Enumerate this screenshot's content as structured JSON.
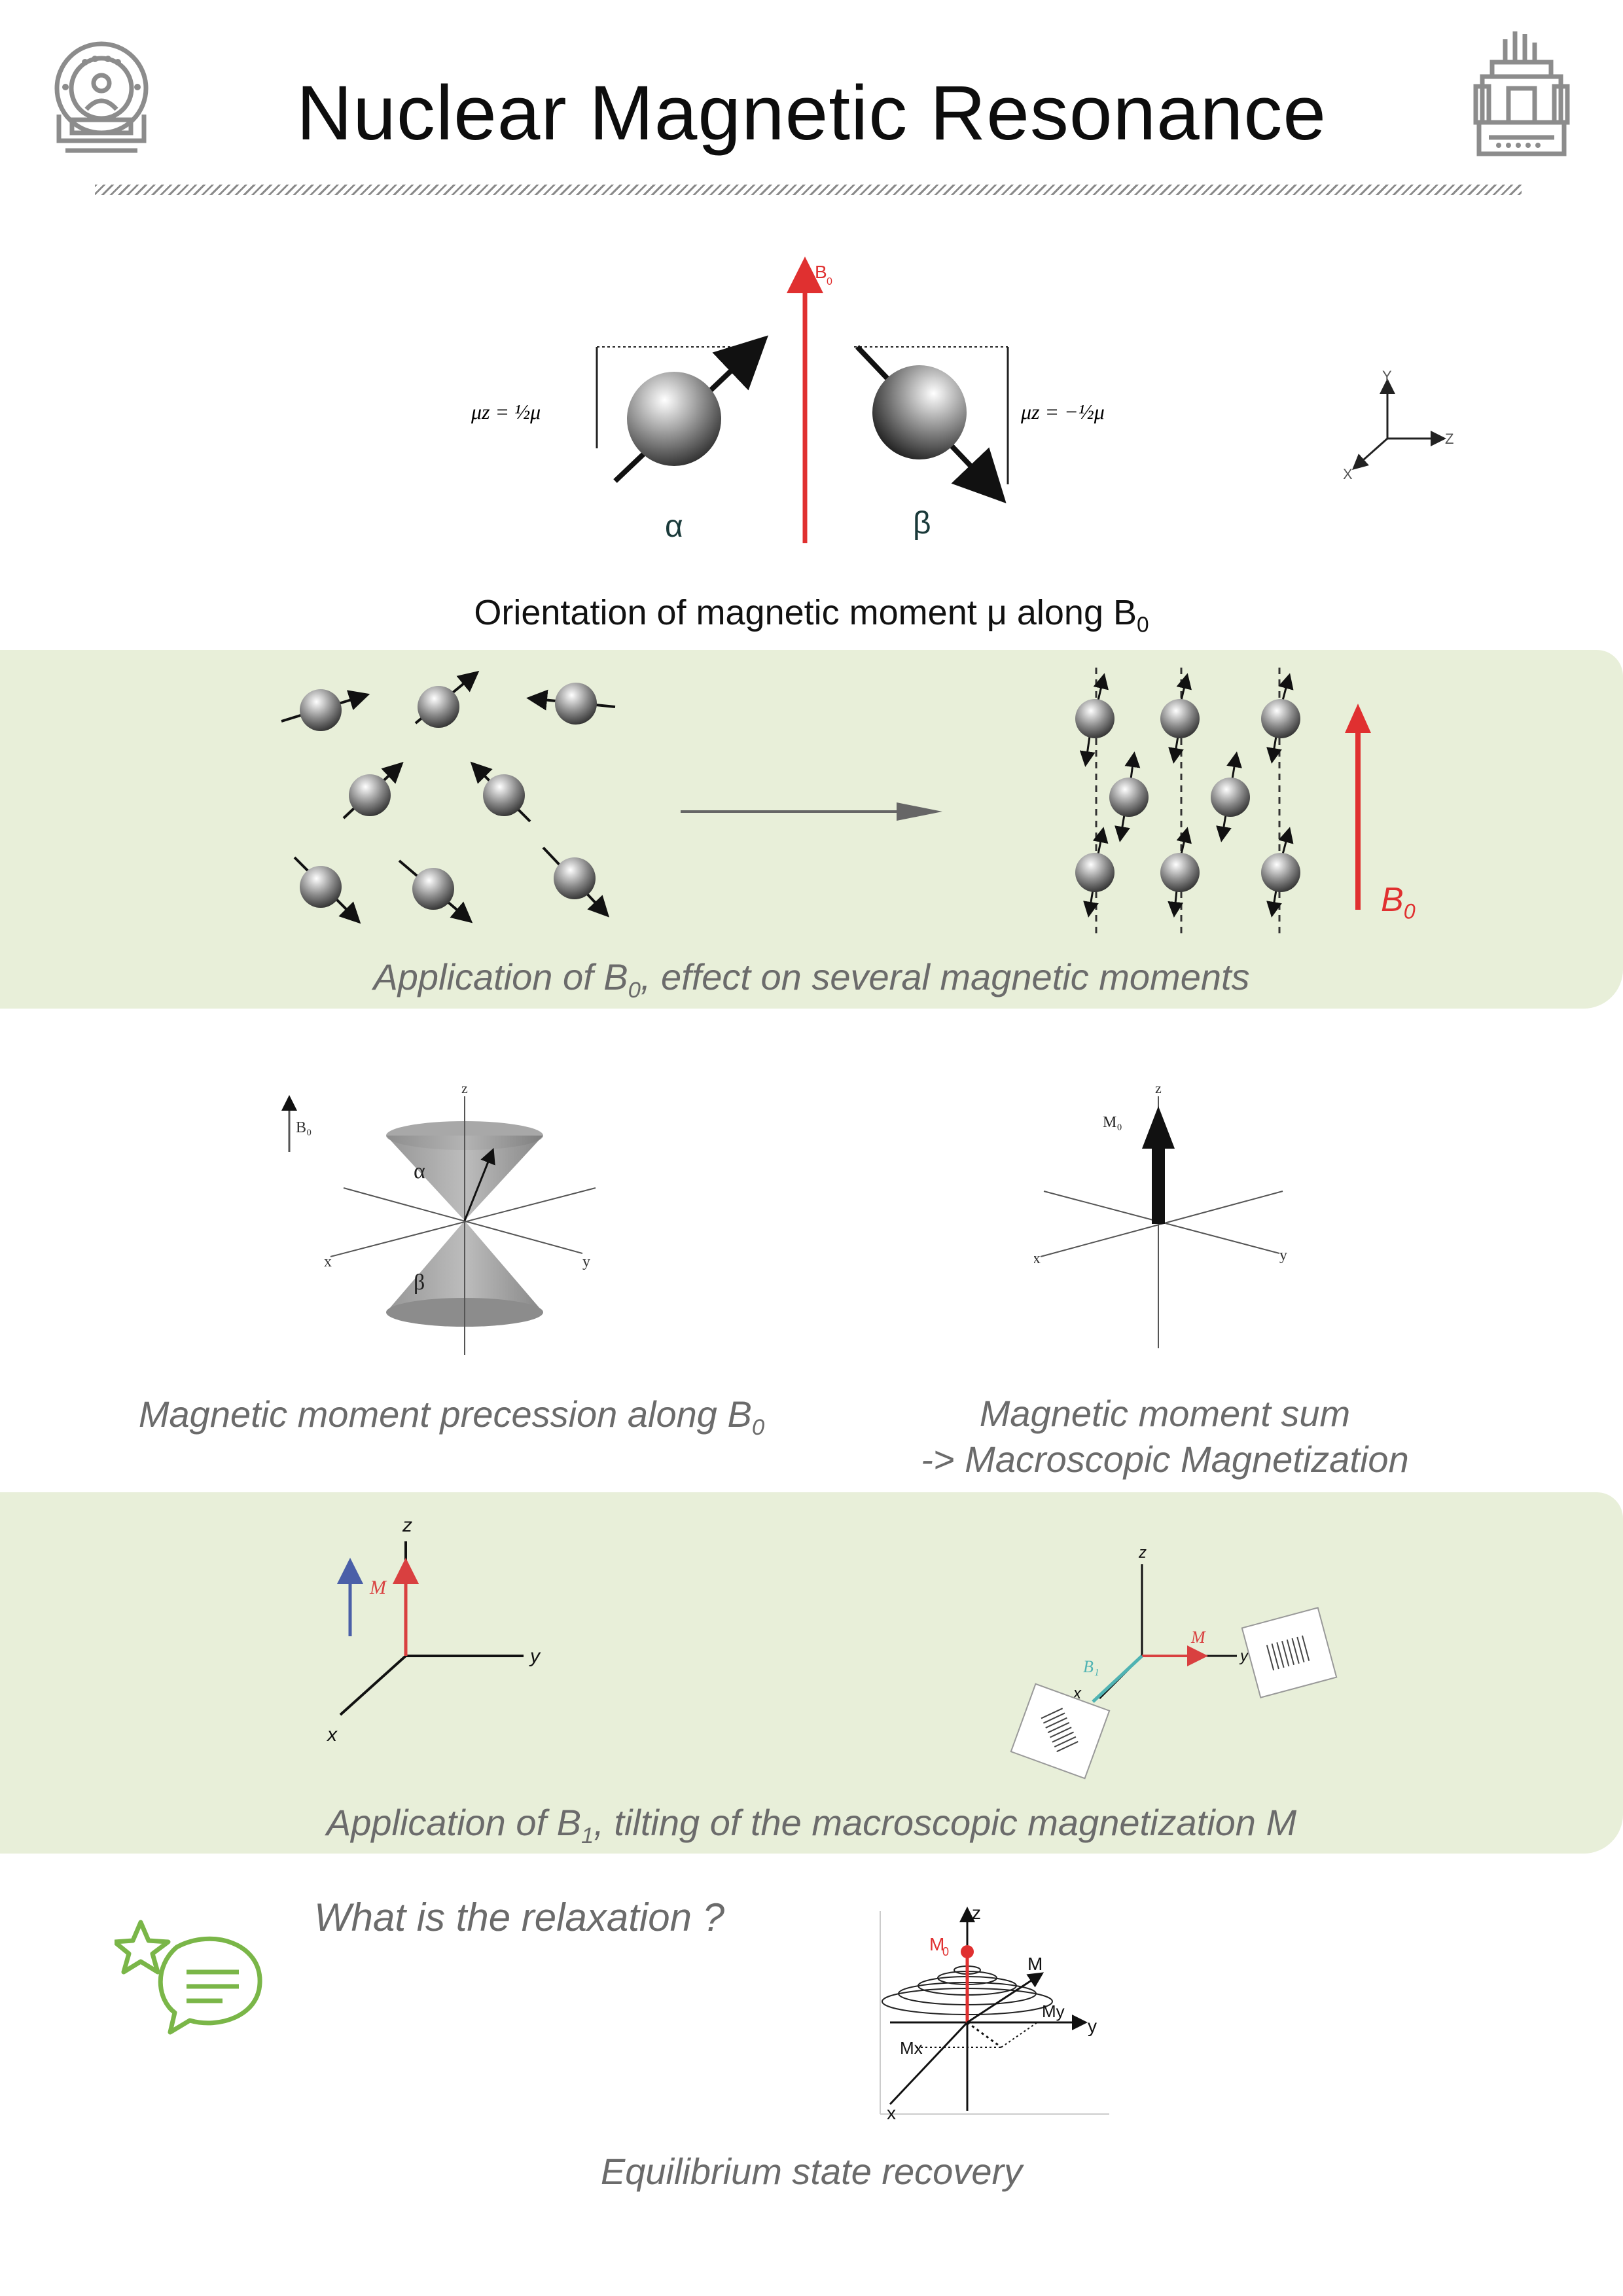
{
  "page": {
    "title": "Nuclear Magnetic Resonance"
  },
  "orientation": {
    "b0_label": "B",
    "b0_sub": "0",
    "alpha_label": "α",
    "beta_label": "β",
    "alpha_formula": "μz = ½μ",
    "beta_formula": "μz = −½μ",
    "axes": {
      "y": "Y",
      "z": "Z",
      "x": "X"
    },
    "caption_main": "Orientation of magnetic moment  μ along B",
    "caption_sub": "0"
  },
  "application_b0": {
    "b0_label": "B",
    "b0_sub": "0",
    "caption_pre": "Application of B",
    "caption_sub": "0",
    "caption_post": ", effect on several magnetic moments"
  },
  "precession": {
    "b0_label": "B₀",
    "alpha_label": "α",
    "beta_label": "β",
    "axis_z": "z",
    "axis_x": "x",
    "axis_y": "y",
    "caption_main": "Magnetic moment precession along B",
    "caption_sub": "0"
  },
  "macroscopic": {
    "m0_label": "M₀",
    "axis_z": "z",
    "axis_x": "x",
    "axis_y": "y",
    "caption_line1": "Magnetic moment sum",
    "caption_line2": "-> Macroscopic Magnetization"
  },
  "application_b1": {
    "left": {
      "m_label": "M",
      "axis_z": "z",
      "axis_y": "y",
      "axis_x": "x"
    },
    "right": {
      "m_label": "M",
      "b1_label": "B₁",
      "axis_z": "z",
      "axis_y": "y",
      "axis_x": "x"
    },
    "caption_pre": "Application of B",
    "caption_sub": "1",
    "caption_post": ", tilting of the macroscopic magnetization M"
  },
  "relaxation": {
    "question": "What is the relaxation ?",
    "m0_label": "M",
    "m0_sub": "0",
    "m_label": "M",
    "my_label": "My",
    "mx_label": "Mx",
    "axis_z": "z",
    "axis_y": "y",
    "axis_x": "x",
    "caption": "Equilibrium state recovery"
  },
  "icons": [
    "mri-scanner-icon",
    "nmr-spectrometer-icon",
    "chat-star-icon"
  ],
  "colors": {
    "accent_red": "#e03030",
    "band_green": "#e8efd9",
    "icon_green": "#7ab648",
    "b1_teal": "#4fb3b3",
    "m_blue": "#4a5fa8"
  }
}
